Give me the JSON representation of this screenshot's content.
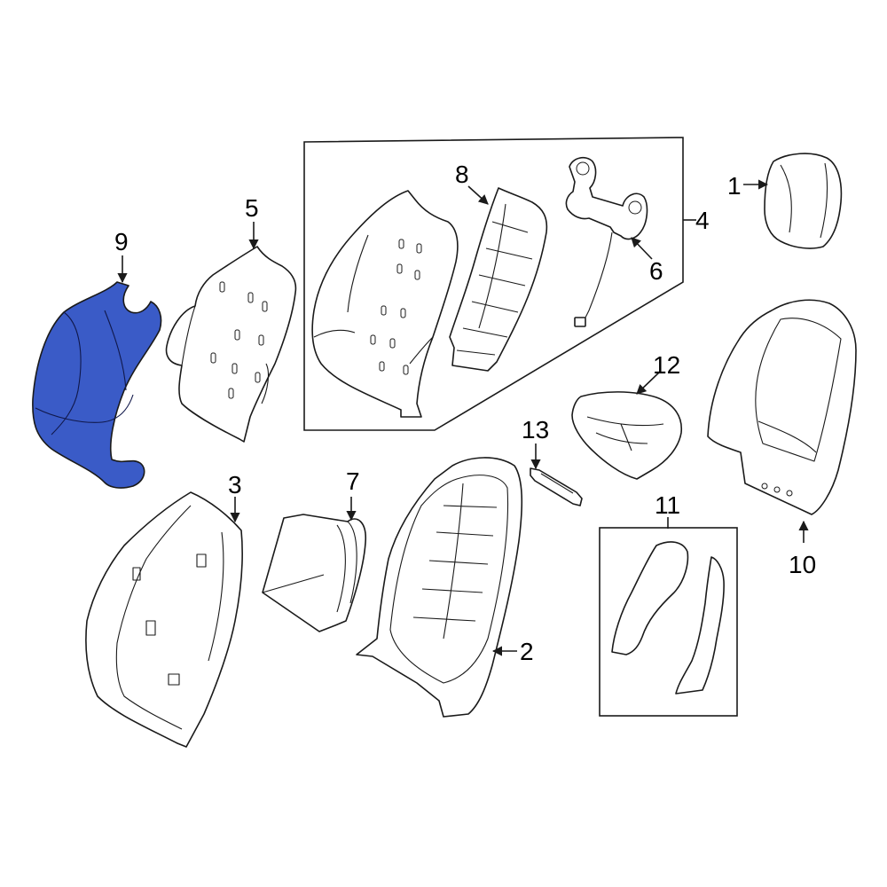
{
  "colors": {
    "highlight": "#3a5bc7",
    "line": "#1a1a1a",
    "background": "#ffffff"
  },
  "callouts": {
    "c1": "1",
    "c2": "2",
    "c3": "3",
    "c4": "4",
    "c5": "5",
    "c6": "6",
    "c7": "7",
    "c8": "8",
    "c9": "9",
    "c10": "10",
    "c11": "11",
    "c12": "12",
    "c13": "13"
  }
}
